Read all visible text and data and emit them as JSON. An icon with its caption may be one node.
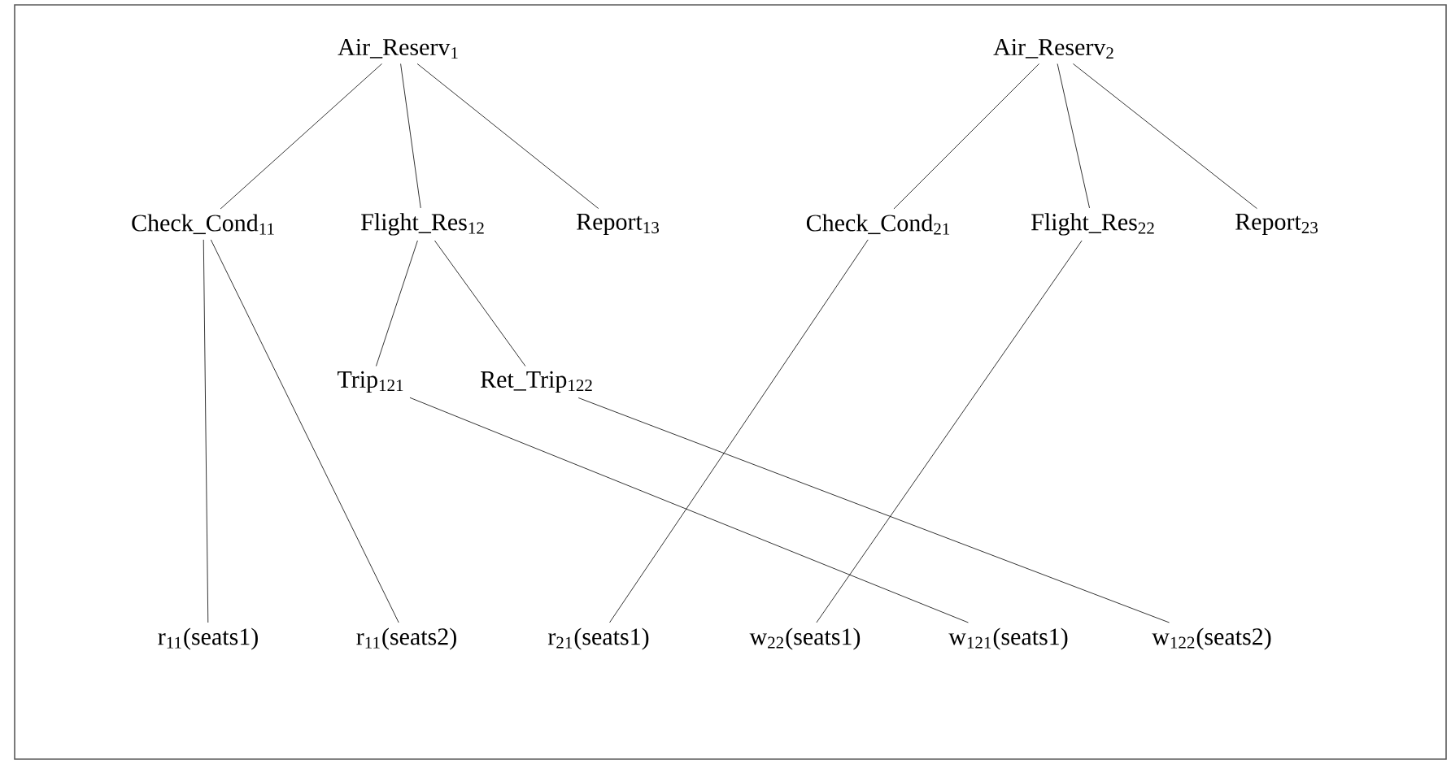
{
  "diagram": {
    "nodes": [
      {
        "text": [
          "Air_Reserv$_{1}$"
        ]
      },
      {
        "text": [
          "Check_Cond$_{11}$"
        ]
      },
      {
        "text": [
          "Flight_Res$_{12}$"
        ]
      },
      {
        "text": [
          "Report$_{13}$"
        ]
      },
      {
        "text": [
          "Trip$_{121}$"
        ]
      },
      {
        "text": [
          "Ret_Trip$_{122}$"
        ]
      },
      {
        "text": [
          "Air_Reserv$_{2}$"
        ]
      },
      {
        "text": [
          "Check_Cond$_{21}$"
        ]
      },
      {
        "text": [
          "Flight_Res$_{22}$"
        ]
      },
      {
        "text": [
          "Report$_{23}$"
        ]
      },
      {
        "text": [
          "r$_{11}$(seats1)"
        ]
      },
      {
        "text": [
          "r$_{11}$(seats2)"
        ]
      },
      {
        "text": [
          "r$_{21}$(seats1)"
        ]
      },
      {
        "text": [
          "w$_{22}$(seats1)"
        ]
      },
      {
        "text": [
          "w$_{121}$(seats1)"
        ]
      },
      {
        "text": [
          "w$_{122}$(seats2)"
        ]
      }
    ],
    "edges": [
      {
        "from": 0,
        "to": 1,
        "arrow": "none"
      },
      {
        "from": 0,
        "to": 2,
        "arrow": "none"
      },
      {
        "from": 0,
        "to": 3,
        "arrow": "none"
      },
      {
        "from": 2,
        "to": 4,
        "arrow": "none"
      },
      {
        "from": 2,
        "to": 5,
        "arrow": "none"
      },
      {
        "from": 6,
        "to": 7,
        "arrow": "none"
      },
      {
        "from": 6,
        "to": 8,
        "arrow": "none"
      },
      {
        "from": 6,
        "to": 9,
        "arrow": "none"
      },
      {
        "from": 1,
        "to": 10,
        "arrow": "none"
      },
      {
        "from": 1,
        "to": 11,
        "arrow": "none"
      },
      {
        "from": 7,
        "to": 12,
        "arrow": "none"
      },
      {
        "from": 8,
        "to": 13,
        "arrow": "none"
      },
      {
        "from": 4,
        "to": 14,
        "arrow": "none"
      },
      {
        "from": 5,
        "to": 15,
        "arrow": "none"
      }
    ]
  }
}
